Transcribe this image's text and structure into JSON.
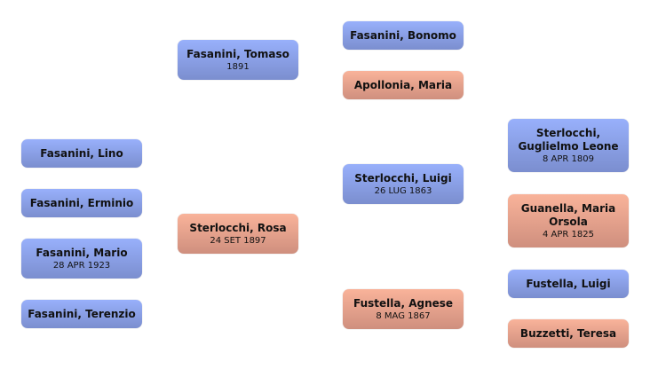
{
  "colors": {
    "male": "#8ea4ea",
    "female": "#e8a18c"
  },
  "people": [
    {
      "name": "Fasanini, Lino",
      "date": "",
      "sex": "m"
    },
    {
      "name": "Fasanini, Erminio",
      "date": "",
      "sex": "m"
    },
    {
      "name": "Fasanini, Mario",
      "date": "28 APR 1923",
      "sex": "m"
    },
    {
      "name": "Fasanini, Terenzio",
      "date": "",
      "sex": "m"
    },
    {
      "name": "Fasanini, Tomaso",
      "date": "1891",
      "sex": "m"
    },
    {
      "name": "Sterlocchi, Rosa",
      "date": "24 SET 1897",
      "sex": "f"
    },
    {
      "name": "Fasanini, Bonomo",
      "date": "",
      "sex": "m"
    },
    {
      "name": "Apollonia, Maria",
      "date": "",
      "sex": "f"
    },
    {
      "name": "Sterlocchi, Luigi",
      "date": "26 LUG 1863",
      "sex": "m"
    },
    {
      "name": "Fustella, Agnese",
      "date": "8 MAG 1867",
      "sex": "f"
    },
    {
      "name": "Sterlocchi, Guglielmo Leone",
      "date": "8 APR 1809",
      "sex": "m"
    },
    {
      "name": "Guanella, Maria Orsola",
      "date": "4 APR 1825",
      "sex": "f"
    },
    {
      "name": "Fustella, Luigi",
      "date": "",
      "sex": "m"
    },
    {
      "name": "Buzzetti, Teresa",
      "date": "",
      "sex": "f"
    }
  ]
}
